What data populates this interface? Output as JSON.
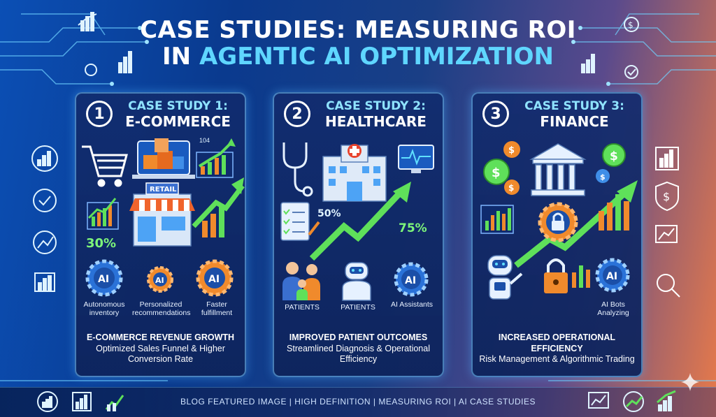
{
  "title": {
    "line1": "CASE STUDIES: MEASURING ROI",
    "line2_white": "IN ",
    "line2_accent": "AGENTIC AI OPTIMIZATION"
  },
  "cases": [
    {
      "number": "1",
      "label": "CASE STUDY 1:",
      "name": "E-COMMERCE",
      "store_sign": "RETAIL",
      "stat": "30%",
      "tag": "104",
      "items": [
        "Autonomous inventory",
        "Personalized recommendations",
        "Faster fulfillment"
      ],
      "foot_title": "E-COMMERCE REVENUE GROWTH",
      "foot_sub": "Optimized Sales Funnel & Higher Conversion Rate"
    },
    {
      "number": "2",
      "label": "CASE STUDY 2:",
      "name": "HEALTHCARE",
      "stat_a": "50%",
      "stat_b": "75%",
      "items": [
        "PATIENTS",
        "PATIENTS",
        "AI Assistants"
      ],
      "foot_title": "IMPROVED PATIENT OUTCOMES",
      "foot_sub": "Streamlined Diagnosis & Operational Efficiency"
    },
    {
      "number": "3",
      "label": "CASE STUDY 3:",
      "name": "FINANCE",
      "items": [
        "AI Bots Analyzing"
      ],
      "foot_title": "INCREASED OPERATIONAL EFFICIENCY",
      "foot_sub": "Risk Management & Algorithmic Trading"
    }
  ],
  "ai_label": "AI",
  "bottom_text": "BLOG FEATURED IMAGE | HIGH DEFINITION | MEASURING ROI | AI CASE STUDIES",
  "colors": {
    "accent_blue": "#5fd6ff",
    "green": "#5fe05a",
    "orange": "#ff8a2a"
  }
}
